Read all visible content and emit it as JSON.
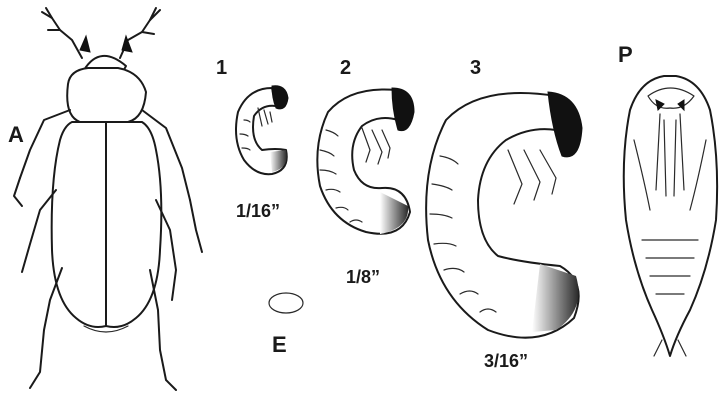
{
  "figure": {
    "adult_label": "A",
    "egg_label": "E",
    "pupa_label": "P",
    "instars": [
      {
        "stage": "1",
        "size": "1/16”"
      },
      {
        "stage": "2",
        "size": "1/8”"
      },
      {
        "stage": "3",
        "size": "3/16”"
      }
    ]
  }
}
